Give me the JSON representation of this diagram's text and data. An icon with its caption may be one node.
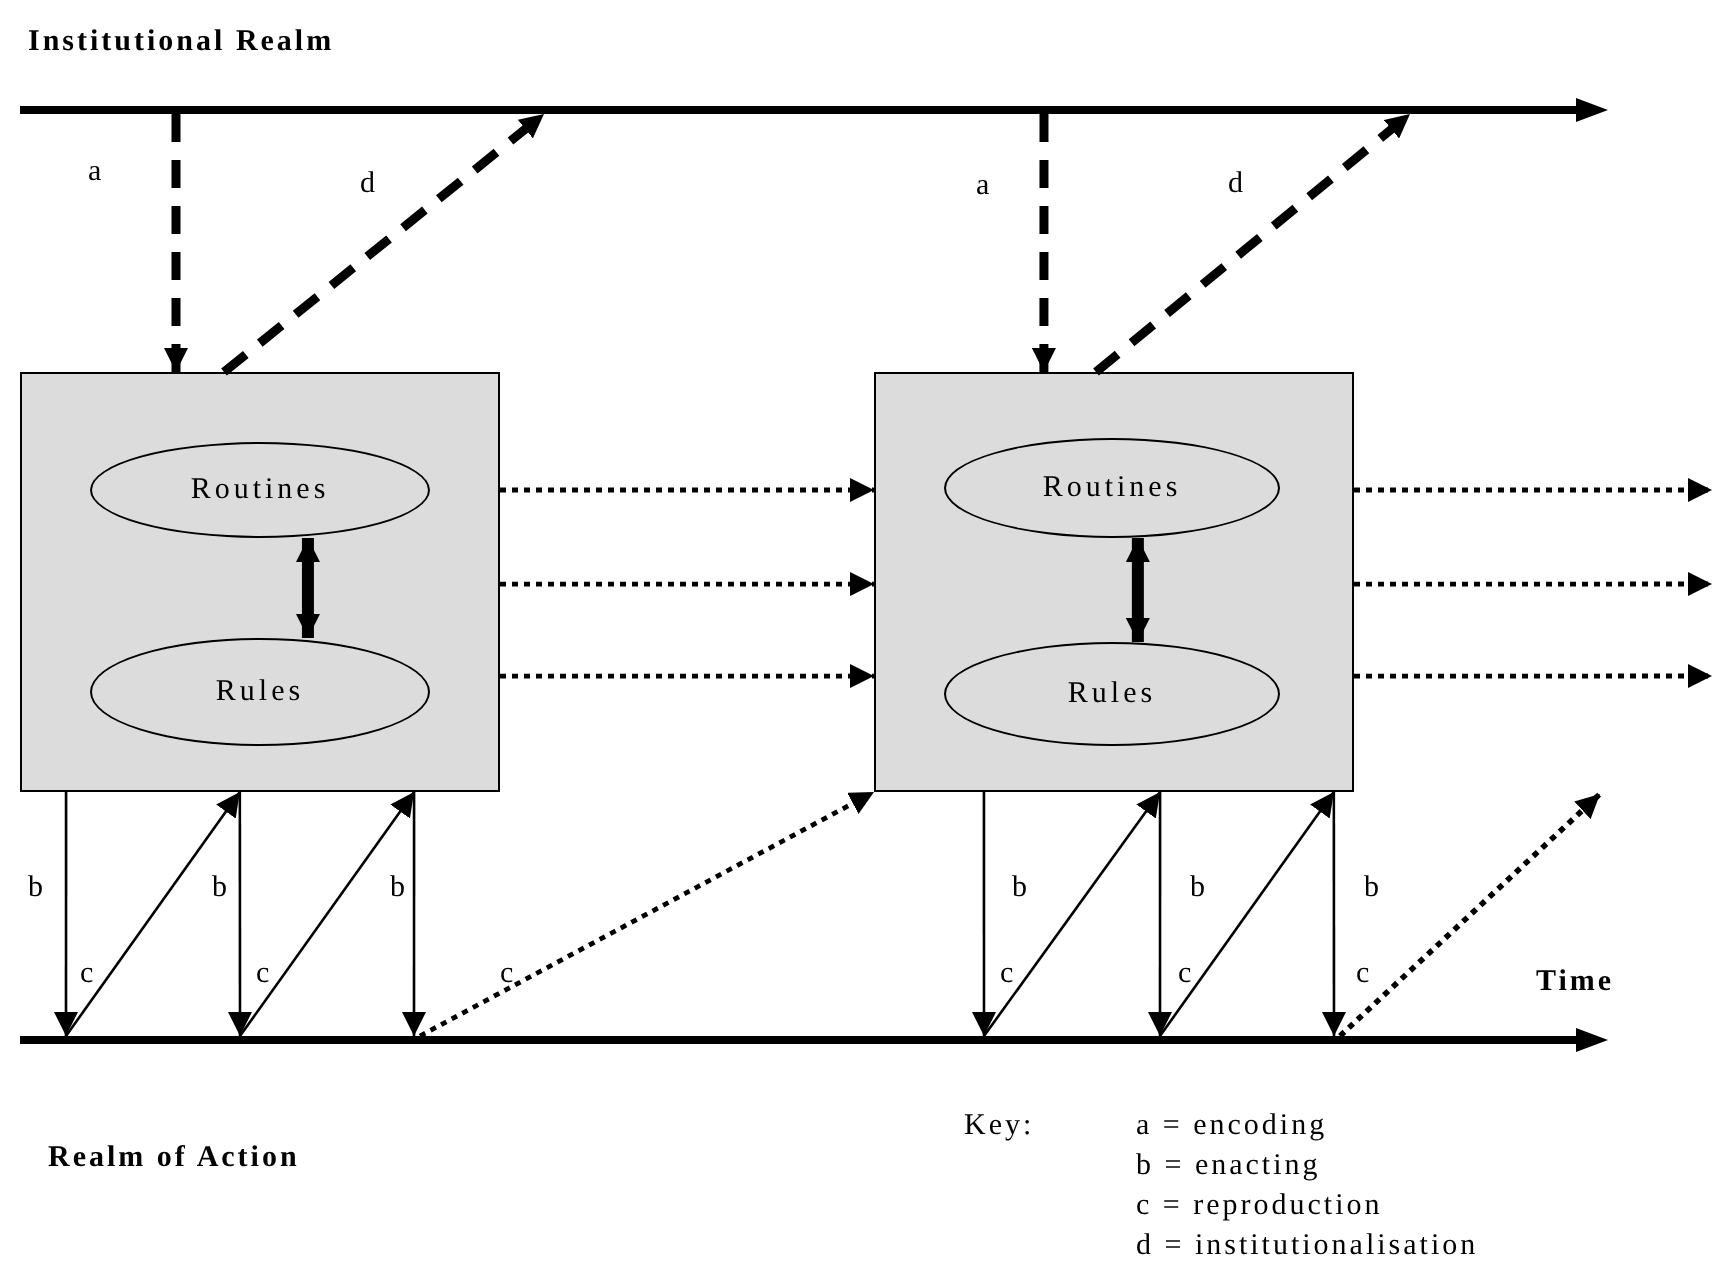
{
  "diagram": {
    "nodes": [
      {
        "text": [],
        "shape": "box"
      },
      {
        "text": [
          "Routines"
        ],
        "in": 0
      },
      {
        "text": [
          "Rules"
        ],
        "in": 0
      },
      {
        "text": [],
        "shape": "box"
      },
      {
        "text": [
          "Routines"
        ],
        "in": 3
      },
      {
        "text": [
          "Rules"
        ],
        "in": 3
      }
    ],
    "edges": [
      {
        "from": null,
        "to": 0,
        "arrow": "to",
        "label": "a",
        "style": "dashed"
      },
      {
        "from": 0,
        "to": null,
        "arrow": "to",
        "label": "d",
        "style": "dashed"
      },
      {
        "from": 1,
        "to": 2,
        "arrow": "both",
        "style": "thick"
      },
      {
        "from": 0,
        "to": 3,
        "arrow": "to",
        "style": "dashed"
      },
      {
        "from": 0,
        "to": 3,
        "arrow": "to",
        "style": "dashed"
      },
      {
        "from": 0,
        "to": 3,
        "arrow": "to",
        "style": "dashed"
      },
      {
        "from": null,
        "to": 3,
        "arrow": "to",
        "label": "a",
        "style": "dashed"
      },
      {
        "from": 3,
        "to": null,
        "arrow": "to",
        "label": "d",
        "style": "dashed"
      },
      {
        "from": 4,
        "to": 5,
        "arrow": "both",
        "style": "thick"
      },
      {
        "from": 3,
        "to": null,
        "arrow": "to",
        "style": "dashed"
      },
      {
        "from": 3,
        "to": null,
        "arrow": "to",
        "style": "dashed"
      },
      {
        "from": 3,
        "to": null,
        "arrow": "to",
        "style": "dashed"
      },
      {
        "from": 0,
        "to": null,
        "arrow": "to",
        "label": "b"
      },
      {
        "from": null,
        "to": 0,
        "arrow": "to",
        "label": "c"
      },
      {
        "from": 0,
        "to": null,
        "arrow": "to",
        "label": "b"
      },
      {
        "from": null,
        "to": 0,
        "arrow": "to",
        "label": "c"
      },
      {
        "from": 0,
        "to": null,
        "arrow": "to",
        "label": "b"
      },
      {
        "from": null,
        "to": 3,
        "arrow": "to",
        "label": "c",
        "style": "dashed"
      },
      {
        "from": 3,
        "to": null,
        "arrow": "to",
        "label": "b"
      },
      {
        "from": null,
        "to": 3,
        "arrow": "to",
        "label": "c"
      },
      {
        "from": 3,
        "to": null,
        "arrow": "to",
        "label": "b"
      },
      {
        "from": null,
        "to": 3,
        "arrow": "to",
        "label": "c"
      },
      {
        "from": 3,
        "to": null,
        "arrow": "to",
        "label": "b"
      }
    ],
    "labels": [
      "Institutional Realm",
      "c",
      "Time",
      "Realm of Action",
      "Key:",
      "a = encoding",
      "b = enacting",
      "c = reproduction",
      "d = institutionalisation"
    ]
  }
}
